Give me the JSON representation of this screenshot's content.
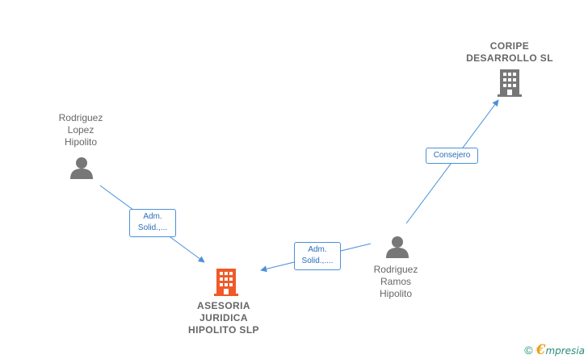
{
  "nodes": {
    "person_lopez": {
      "label": "Rodriguez\nLopez\nHipolito",
      "icon": "person-icon",
      "color": "#777777"
    },
    "person_ramos": {
      "label": "Rodriguez\nRamos\nHipolito",
      "icon": "person-icon",
      "color": "#777777"
    },
    "company_coripe": {
      "label": "CORIPE\nDESARROLLO SL",
      "icon": "building-icon",
      "color": "#777777"
    },
    "company_asesoria": {
      "label": "ASESORIA\nJURIDICA\nHIPOLITO  SLP",
      "icon": "building-icon",
      "color": "#f05a28"
    }
  },
  "edges": [
    {
      "from": "person_lopez",
      "to": "company_asesoria",
      "label": "Adm.\nSolid.,..."
    },
    {
      "from": "person_ramos",
      "to": "company_asesoria",
      "label": "Adm.\nSolid.,...."
    },
    {
      "from": "person_ramos",
      "to": "company_coripe",
      "label": "Consejero"
    }
  ],
  "colors": {
    "edge": "#4a90d9",
    "edge_label_text": "#2a6ebb"
  },
  "footer": {
    "copyright": "©",
    "brand_e": "€",
    "brand_rest": "mpresia"
  }
}
